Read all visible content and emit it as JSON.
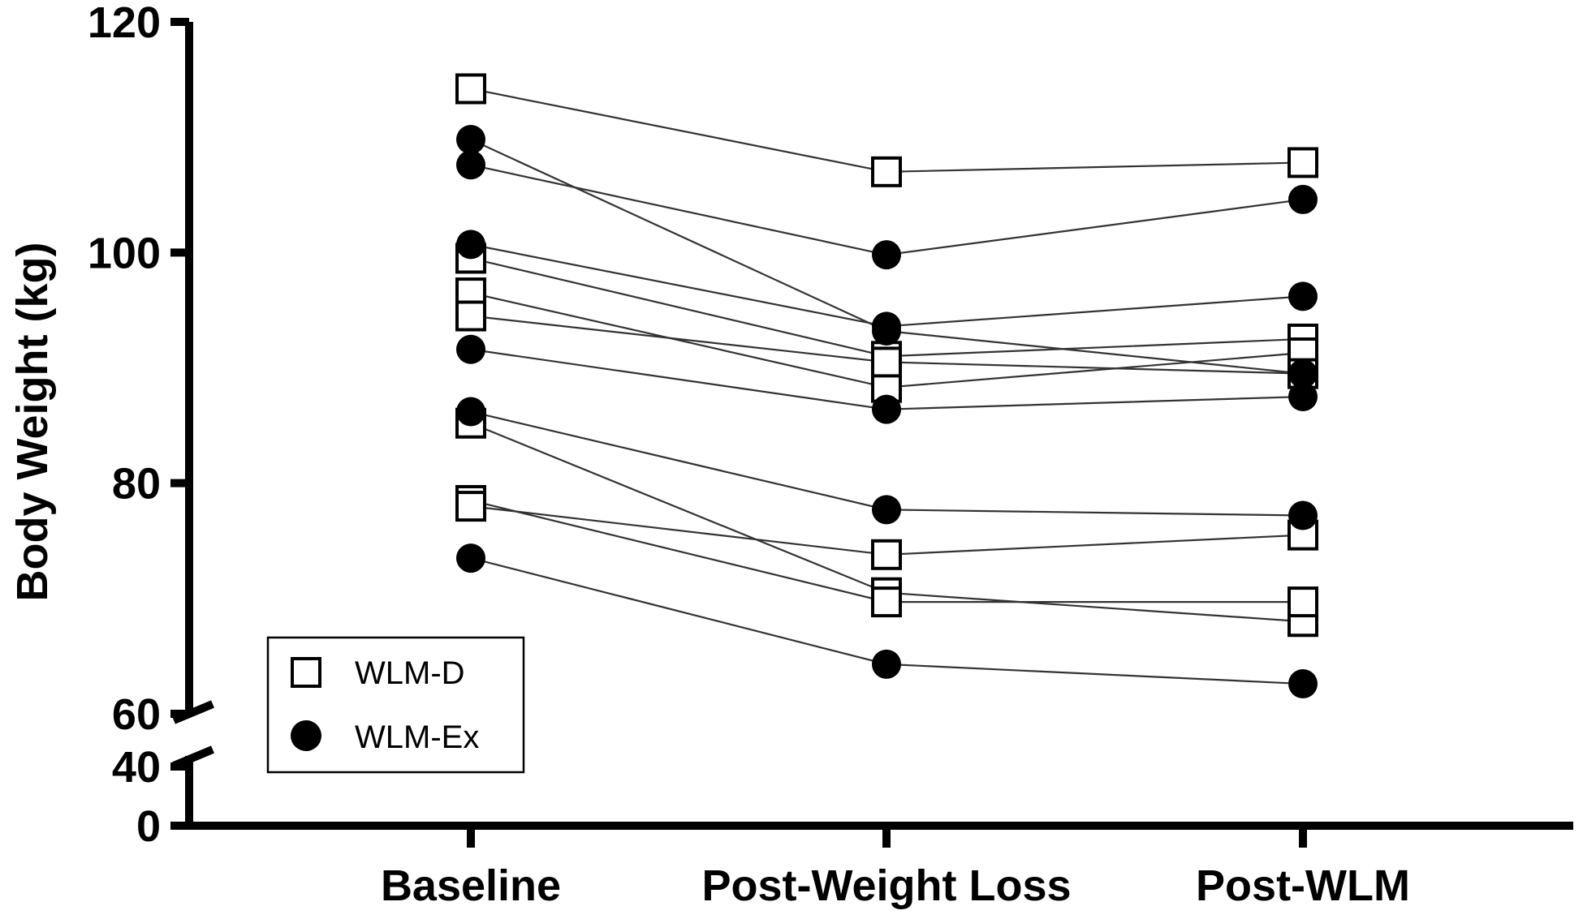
{
  "chart_data": {
    "type": "line",
    "ylabel": "Body Weight (kg)",
    "xlabel": "",
    "categories": [
      "Baseline",
      "Post-Weight Loss",
      "Post-WLM"
    ],
    "y_axis": {
      "broken": true,
      "lower_segment_ticks": [
        0,
        40
      ],
      "upper_segment_range": [
        60,
        120
      ],
      "upper_segment_ticks": [
        60,
        80,
        100,
        120
      ]
    },
    "grid": false,
    "legend": {
      "placement": "bottom-left",
      "entries": [
        {
          "label": "WLM-D",
          "marker": "open-square"
        },
        {
          "label": "WLM-Ex",
          "marker": "filled-circle"
        }
      ]
    },
    "series": [
      {
        "group": "WLM-D",
        "values": [
          114.2,
          107.0,
          107.8
        ]
      },
      {
        "group": "WLM-D",
        "values": [
          99.5,
          91.0,
          92.5
        ]
      },
      {
        "group": "WLM-D",
        "values": [
          96.5,
          88.3,
          91.3
        ]
      },
      {
        "group": "WLM-D",
        "values": [
          94.5,
          90.5,
          89.5
        ]
      },
      {
        "group": "WLM-D",
        "values": [
          85.2,
          70.5,
          68.0
        ]
      },
      {
        "group": "WLM-D",
        "values": [
          78.5,
          69.7,
          69.7
        ]
      },
      {
        "group": "WLM-D",
        "values": [
          78.0,
          73.8,
          75.5
        ]
      },
      {
        "group": "WLM-Ex",
        "values": [
          109.8,
          93.2,
          89.5
        ]
      },
      {
        "group": "WLM-Ex",
        "values": [
          107.6,
          99.8,
          104.6
        ]
      },
      {
        "group": "WLM-Ex",
        "values": [
          100.7,
          93.6,
          96.2
        ]
      },
      {
        "group": "WLM-Ex",
        "values": [
          91.6,
          86.4,
          87.5
        ]
      },
      {
        "group": "WLM-Ex",
        "values": [
          86.2,
          77.7,
          77.2
        ]
      },
      {
        "group": "WLM-Ex",
        "values": [
          73.5,
          64.3,
          62.6
        ]
      }
    ],
    "colors": {
      "line": "#333333",
      "marker_stroke": "#000000",
      "marker_fill_open": "#ffffff",
      "marker_fill_solid": "#000000"
    }
  }
}
